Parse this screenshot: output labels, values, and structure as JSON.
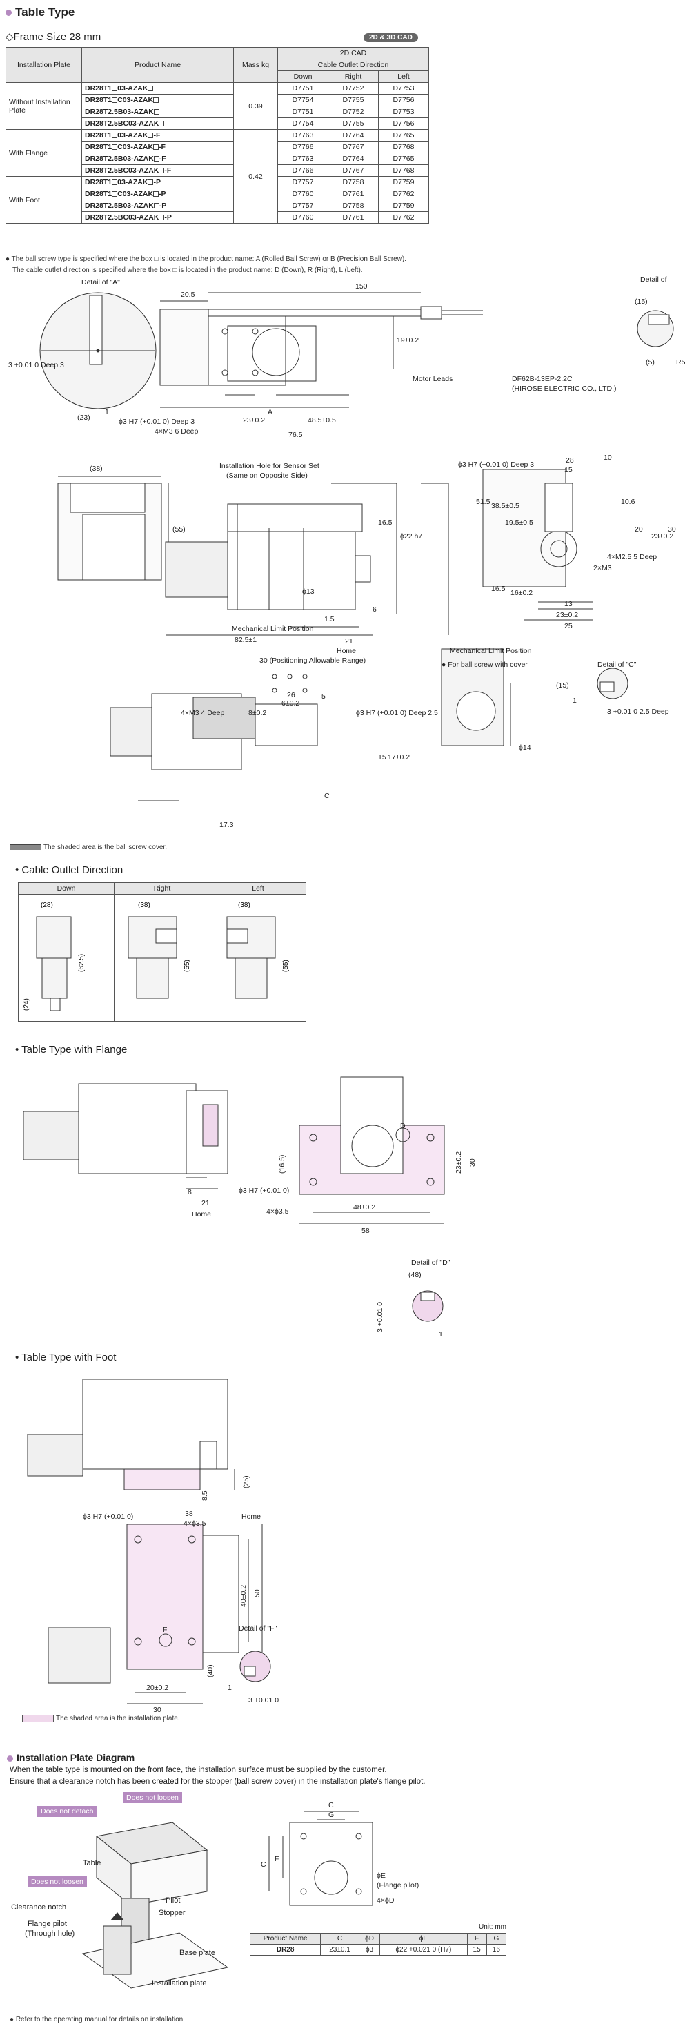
{
  "header": {
    "title": "Table Type",
    "frame_size": "◇Frame Size 28 mm",
    "cad_badge": "2D & 3D CAD"
  },
  "spec_table": {
    "headers": {
      "installation_plate": "Installation Plate",
      "product_name": "Product Name",
      "mass": "Mass kg",
      "cad_2d": "2D CAD",
      "cable_outlet": "Cable Outlet Direction",
      "down": "Down",
      "right": "Right",
      "left": "Left"
    },
    "groups": [
      {
        "label": "Without Installation Plate",
        "mass": "0.39",
        "rows": [
          {
            "pa": "DR28T1",
            "pb": "03-AZAK",
            "suf": "",
            "down": "D7751",
            "right": "D7752",
            "left": "D7753"
          },
          {
            "pa": "DR28T1",
            "pb": "C03-AZAK",
            "suf": "",
            "down": "D7754",
            "right": "D7755",
            "left": "D7756"
          },
          {
            "pa": "DR28T2.5B03-AZAK",
            "pb": "",
            "suf": "",
            "down": "D7751",
            "right": "D7752",
            "left": "D7753"
          },
          {
            "pa": "DR28T2.5BC03-AZAK",
            "pb": "",
            "suf": "",
            "down": "D7754",
            "right": "D7755",
            "left": "D7756"
          }
        ]
      },
      {
        "label": "With Flange",
        "mass": "0.42",
        "rows": [
          {
            "pa": "DR28T1",
            "pb": "03-AZAK",
            "suf": "-F",
            "down": "D7763",
            "right": "D7764",
            "left": "D7765"
          },
          {
            "pa": "DR28T1",
            "pb": "C03-AZAK",
            "suf": "-F",
            "down": "D7766",
            "right": "D7767",
            "left": "D7768"
          },
          {
            "pa": "DR28T2.5B03-AZAK",
            "pb": "",
            "suf": "-F",
            "down": "D7763",
            "right": "D7764",
            "left": "D7765"
          },
          {
            "pa": "DR28T2.5BC03-AZAK",
            "pb": "",
            "suf": "-F",
            "down": "D7766",
            "right": "D7767",
            "left": "D7768"
          }
        ]
      },
      {
        "label": "With Foot",
        "mass": "",
        "rows": [
          {
            "pa": "DR28T1",
            "pb": "03-AZAK",
            "suf": "-P",
            "down": "D7757",
            "right": "D7758",
            "left": "D7759"
          },
          {
            "pa": "DR28T1",
            "pb": "C03-AZAK",
            "suf": "-P",
            "down": "D7760",
            "right": "D7761",
            "left": "D7762"
          },
          {
            "pa": "DR28T2.5B03-AZAK",
            "pb": "",
            "suf": "-P",
            "down": "D7757",
            "right": "D7758",
            "left": "D7759"
          },
          {
            "pa": "DR28T2.5BC03-AZAK",
            "pb": "",
            "suf": "-P",
            "down": "D7760",
            "right": "D7761",
            "left": "D7762"
          }
        ]
      }
    ]
  },
  "notes": {
    "ball_screw": "● The ball screw type is specified where the box □ is located in the product name: A (Rolled Ball Screw) or B (Precision Ball Screw).",
    "cable_outlet": "The cable outlet direction is specified where the box □ is located in the product name: D (Down), R (Right), L (Left).",
    "shaded_ball_screw": "The shaded area is the ball screw cover.",
    "shaded_plate": "The shaded area is the installation plate.",
    "refer_manual": "● Refer to the operating manual for details on installation."
  },
  "drawing_main": {
    "detail_a": "Detail of \"A\"",
    "detail_b": "Detail of",
    "detail_c": "Detail of \"C\"",
    "d_20_5": "20.5",
    "d_150": "150",
    "d_19": "19±0.2",
    "motor_leads": "Motor Leads",
    "connector": "DF62B-13EP-2.2C",
    "connector_maker": "(HIROSE ELECTRIC CO., LTD.)",
    "d_3deep": "3 +0.01 0 Deep 3",
    "d_23par": "(23)",
    "d_1": "1",
    "d_phi3_deep3": "ϕ3 H7 (+0.01 0) Deep 3",
    "d_4m3_6": "4×M3 6 Deep",
    "d_23": "23±0.2",
    "d_48_5": "48.5±0.5",
    "d_76_5": "76.5",
    "d_a": "A",
    "d_15par": "(15)",
    "d_1b": "1",
    "d_r5": "R5",
    "d_5par": "(5)",
    "d_38par": "(38)",
    "d_55par": "(55)",
    "sensor_hole": "Installation Hole for Sensor Set",
    "sensor_hole2": "(Same on Opposite Side)",
    "d_16_5": "16.5",
    "d_phi22": "ϕ22 h7",
    "d_phi13": "ϕ13",
    "d_1_5": "1.5",
    "d_6": "6",
    "d_21": "21",
    "mech_limit": "Mechanical Limit Position",
    "d_82_5": "82.5±1",
    "home": "Home",
    "positioning": "30 (Positioning Allowable Range)",
    "mech_limit2": "Mechanical Limit Position",
    "d_phi3_r": "ϕ3 H7 (+0.01 0) Deep 3",
    "d_28": "28",
    "d_15": "15",
    "d_10": "10",
    "d_51_5": "51.5",
    "d_38_5": "38.5±0.5",
    "d_19_5": "19.5±0.5",
    "d_10_6": "10.6",
    "d_20": "20",
    "d_23v": "23±0.2",
    "d_30": "30",
    "d_4m25": "4×M2.5 5 Deep",
    "d_2m3": "2×M3",
    "d_16_5b": "16.5",
    "d_16v": "16±0.2",
    "d_13": "13",
    "d_23h": "23±0.2",
    "d_25": "25",
    "cover_note": "● For ball screw with cover",
    "d_4m3_4": "4×M3 4 Deep",
    "d_8": "8±0.2",
    "d_26": "26",
    "d_6b": "6±0.2",
    "d_5": "5",
    "d_phi3_25": "ϕ3 H7 (+0.01 0) Deep 2.5",
    "d_17": "17±0.2",
    "d_15b": "15",
    "d_17_3": "17.3",
    "d_c": "C",
    "d_phi14": "ϕ14",
    "d_15c": "(15)",
    "d_1c": "1",
    "d_3_25deep": "3 +0.01 0 2.5 Deep"
  },
  "cable_outlet": {
    "title": "Cable Outlet Direction",
    "headers": [
      "Down",
      "Right",
      "Left"
    ],
    "down_dims": {
      "w": "(28)",
      "h": "(62.5)",
      "b": "(24)"
    },
    "right_dims": {
      "w": "(38)",
      "h": "(55)"
    },
    "left_dims": {
      "w": "(38)",
      "h": "(55)"
    }
  },
  "flange": {
    "title": "Table Type with Flange",
    "d_8": "8",
    "d_21": "21",
    "home": "Home",
    "d_16_5": "(16.5)",
    "d_phi3": "ϕ3 H7 (+0.01 0)",
    "d_4phi": "4×ϕ3.5",
    "d_48": "48±0.2",
    "d_58": "58",
    "d_23": "23±0.2",
    "d_30": "30",
    "d_d": "D",
    "detail_d": "Detail of \"D\"",
    "d_48p": "(48)",
    "d_3": "3 +0.01 0",
    "d_1": "1"
  },
  "foot": {
    "title": "Table Type with Foot",
    "d_8_5": "8.5",
    "d_25": "(25)",
    "home": "Home",
    "d_phi3": "ϕ3 H7 (+0.01 0)",
    "d_38": "38",
    "d_4phi": "4×ϕ3.5",
    "d_40": "40±0.2",
    "d_50": "50",
    "d_f": "F",
    "d_20": "20±0.2",
    "d_30": "30",
    "detail_f": "Detail of \"F\"",
    "d_40p": "(40)",
    "d_3": "3 +0.01 0",
    "d_1": "1"
  },
  "install": {
    "title": "Installation Plate Diagram",
    "line1": "When the table type is mounted on the front face, the installation surface must be supplied by the customer.",
    "line2": "Ensure that a clearance notch has been created for the stopper (ball screw cover) in the installation plate's flange pilot.",
    "tag_detach": "Does not detach",
    "tag_loosen1": "Does not loosen",
    "tag_loosen2": "Does not loosen",
    "table": "Table",
    "pilot": "Pilot",
    "stopper": "Stopper",
    "clearance": "Clearance notch",
    "flange_pilot": "Flange pilot",
    "through_hole": "(Through hole)",
    "base_plate": "Base plate",
    "install_plate": "Installation plate",
    "diag_c": "C",
    "diag_g": "G",
    "diag_f": "F",
    "diag_c2": "C",
    "diag_e": "ϕE",
    "diag_fp": "(Flange pilot)",
    "diag_d": "4×ϕD",
    "unit": "Unit: mm",
    "table_headers": [
      "Product Name",
      "C",
      "ϕD",
      "ϕE",
      "F",
      "G"
    ],
    "table_row": [
      "DR28",
      "23±0.1",
      "ϕ3",
      "ϕ22 +0.021 0 (H7)",
      "15",
      "16"
    ]
  }
}
